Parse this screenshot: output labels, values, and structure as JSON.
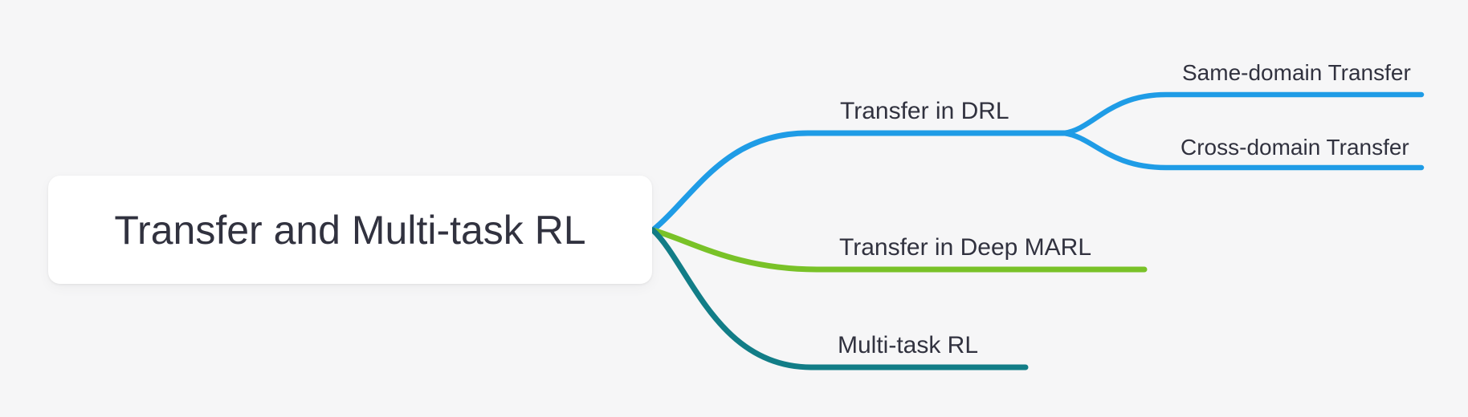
{
  "colors": {
    "canvas-bg": "#f6f6f7",
    "node-bg": "#ffffff",
    "text": "#31323f"
  },
  "diagram": {
    "type": "mindmap",
    "root": {
      "label": "Transfer and Multi-task RL"
    },
    "branches": [
      {
        "label": "Transfer in DRL",
        "color": "#1f9ce6",
        "children": [
          {
            "label": "Same-domain Transfer"
          },
          {
            "label": "Cross-domain Transfer"
          }
        ]
      },
      {
        "label": "Transfer in Deep MARL",
        "color": "#79c228",
        "children": []
      },
      {
        "label": "Multi-task RL",
        "color": "#127d87",
        "children": []
      }
    ]
  }
}
